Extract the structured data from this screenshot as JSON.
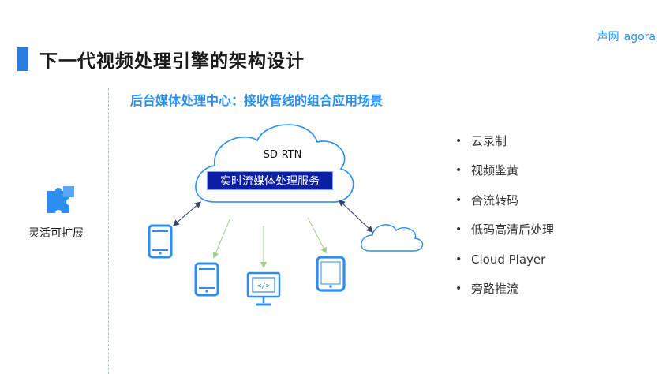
{
  "header": {
    "title": "下一代视频处理引擎的架构设计",
    "brand_cn": "声网",
    "brand_en": "agora"
  },
  "subtitle": "后台媒体处理中心：接收管线的组合应用场景",
  "side": {
    "label": "灵活可扩展",
    "icon": "puzzle-icon"
  },
  "cloud": {
    "name": "SD-RTN",
    "service": "实时流媒体处理服务"
  },
  "features": [
    "云录制",
    "视频鉴黄",
    "合流转码",
    "低码高清后处理",
    "Cloud Player",
    "旁路推流"
  ],
  "colors": {
    "accent": "#2b7de0",
    "subtitle": "#2b8ef0",
    "service_box": "#0a1fa6",
    "device": "#2b8ef0",
    "arrow_green": "#9fd08a",
    "arrow_dark": "#33416b"
  }
}
